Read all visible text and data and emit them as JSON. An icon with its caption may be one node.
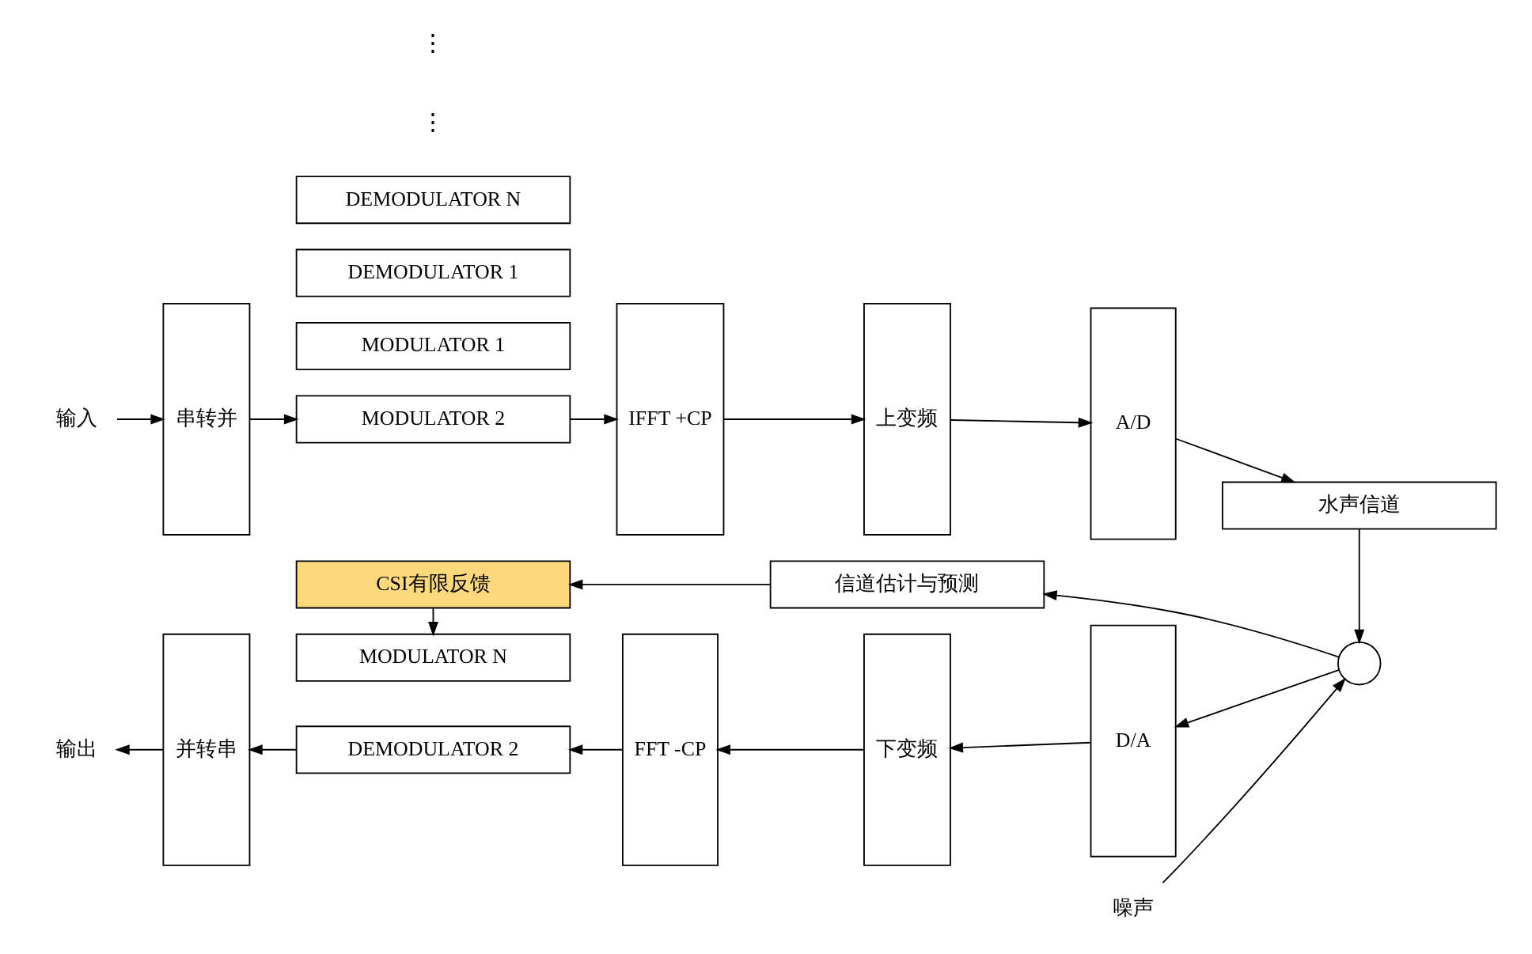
{
  "diagram": {
    "nodes": [
      {
        "text": [
          "输入"
        ]
      },
      {
        "text": [
          "串转并"
        ]
      },
      {
        "text": [
          "MODULATOR 1"
        ]
      },
      {
        "text": [
          "MODULATOR 2"
        ]
      },
      {
        "text": [
          "MODULATOR N"
        ]
      },
      {
        "text": [
          "IFFT +CP"
        ]
      },
      {
        "text": [
          "上变频"
        ]
      },
      {
        "text": [
          "A/D"
        ]
      },
      {
        "text": [
          "水声信道"
        ]
      },
      {
        "text": [],
        "shape": "circle"
      },
      {
        "text": [
          "噪声"
        ]
      },
      {
        "text": [
          "CSI有限反馈"
        ]
      },
      {
        "text": [
          "信道估计与预测"
        ]
      },
      {
        "text": [
          "D/A"
        ]
      },
      {
        "text": [
          "下变频"
        ]
      },
      {
        "text": [
          "FFT -CP"
        ]
      },
      {
        "text": [
          "DEMODULATOR 1"
        ]
      },
      {
        "text": [
          "DEMODULATOR 2"
        ]
      },
      {
        "text": [
          "DEMODULATOR N"
        ]
      },
      {
        "text": [
          "并转串"
        ]
      },
      {
        "text": [
          "输出"
        ]
      }
    ],
    "edges": [
      {
        "from": 0,
        "to": 1,
        "arrow": "to"
      },
      {
        "from": 1,
        "to": 3,
        "arrow": "to"
      },
      {
        "from": 3,
        "to": 5,
        "arrow": "to"
      },
      {
        "from": 5,
        "to": 6,
        "arrow": "to"
      },
      {
        "from": 6,
        "to": 7,
        "arrow": "to"
      },
      {
        "from": 7,
        "to": 8,
        "arrow": "to"
      },
      {
        "from": 8,
        "to": 9,
        "arrow": "to"
      },
      {
        "from": 10,
        "to": 9,
        "arrow": "to"
      },
      {
        "from": 9,
        "to": 13,
        "arrow": "to"
      },
      {
        "from": 9,
        "to": 12,
        "arrow": "to"
      },
      {
        "from": 12,
        "to": 11,
        "arrow": "to"
      },
      {
        "from": 11,
        "to": 4,
        "arrow": "to"
      },
      {
        "from": 13,
        "to": 14,
        "arrow": "to"
      },
      {
        "from": 14,
        "to": 15,
        "arrow": "to"
      },
      {
        "from": 15,
        "to": 17,
        "arrow": "to"
      },
      {
        "from": 17,
        "to": 19,
        "arrow": "to"
      },
      {
        "from": 19,
        "to": 20,
        "arrow": "to"
      }
    ],
    "labels": [
      "⋮",
      "⋮"
    ]
  }
}
